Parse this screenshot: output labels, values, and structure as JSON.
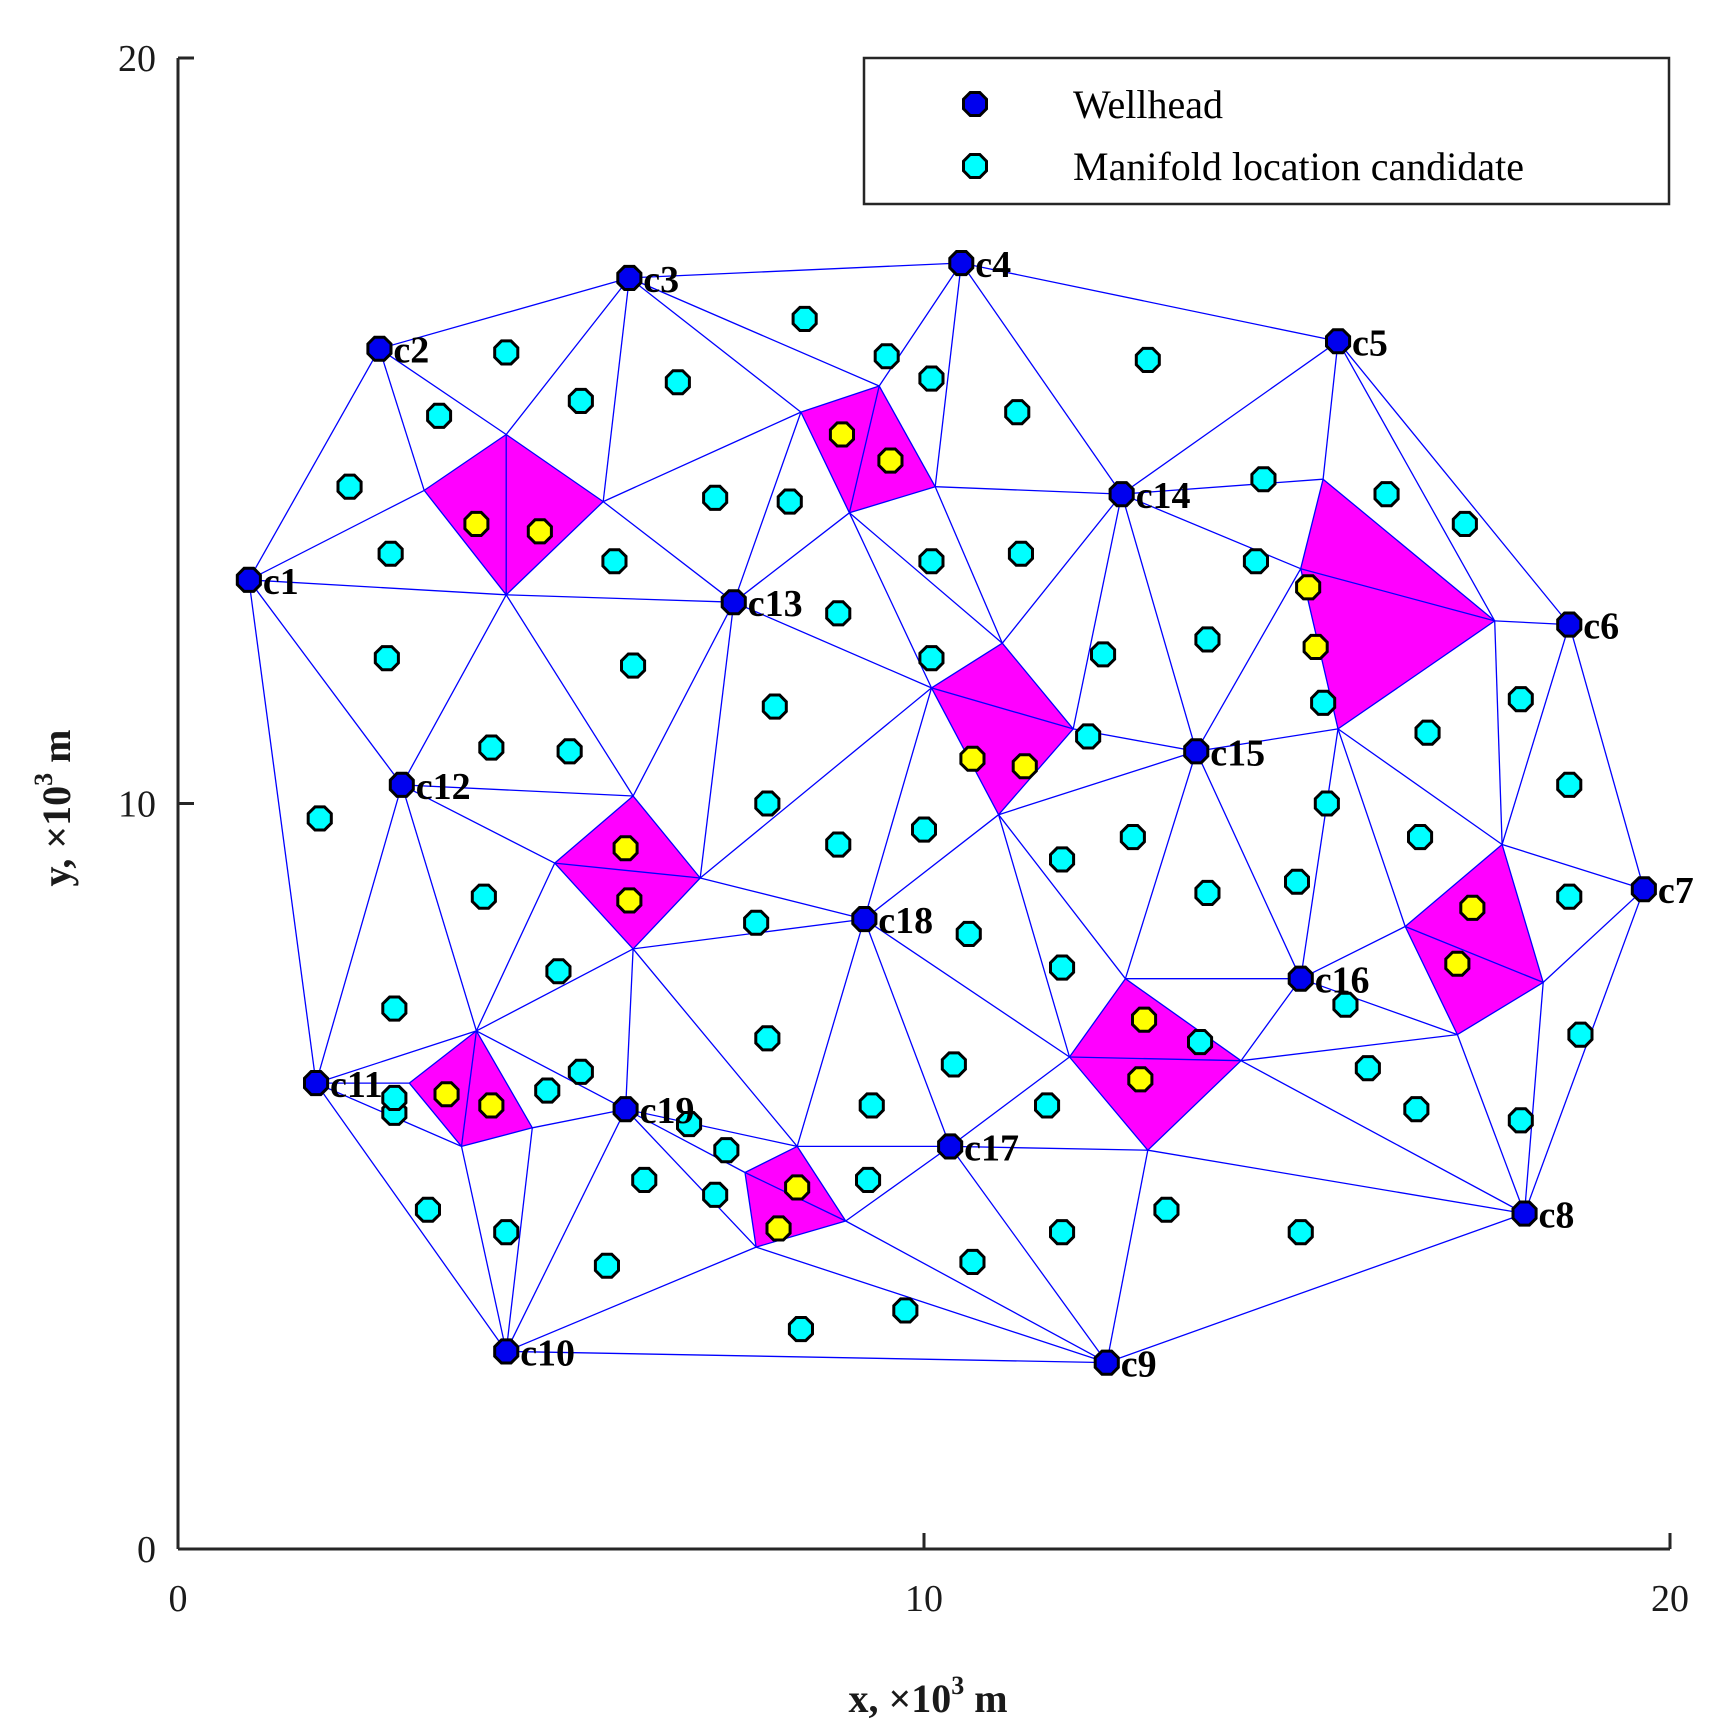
{
  "chart_data": {
    "type": "scatter",
    "xlabel": {
      "main": "x, ×10",
      "sup": "3",
      "unit": " m"
    },
    "ylabel": {
      "main": "y, ×10",
      "sup": "3",
      "unit": " m"
    },
    "xlim": [
      0,
      20
    ],
    "ylim": [
      0,
      20
    ],
    "xticks": [
      0,
      10,
      20
    ],
    "yticks": [
      0,
      10,
      20
    ],
    "grid": false,
    "legend_position": "top-right",
    "legend": [
      {
        "label": "Wellhead",
        "marker": "wellhead"
      },
      {
        "label": "Manifold location candidate",
        "marker": "candidate"
      }
    ],
    "colors": {
      "wellhead": "#0000ee",
      "candidate": "#00ffff",
      "selected": "#ffff00",
      "region": "#ff00ff",
      "mesh": "#0000ff"
    },
    "wellheads": [
      {
        "id": "c1",
        "x": 0.95,
        "y": 13.0
      },
      {
        "id": "c2",
        "x": 2.7,
        "y": 16.1
      },
      {
        "id": "c3",
        "x": 6.05,
        "y": 17.05
      },
      {
        "id": "c4",
        "x": 10.5,
        "y": 17.25
      },
      {
        "id": "c5",
        "x": 15.55,
        "y": 16.2
      },
      {
        "id": "c6",
        "x": 18.65,
        "y": 12.4
      },
      {
        "id": "c7",
        "x": 19.65,
        "y": 8.85
      },
      {
        "id": "c8",
        "x": 18.05,
        "y": 4.5
      },
      {
        "id": "c9",
        "x": 12.45,
        "y": 2.5
      },
      {
        "id": "c10",
        "x": 4.4,
        "y": 2.65
      },
      {
        "id": "c11",
        "x": 1.85,
        "y": 6.25
      },
      {
        "id": "c12",
        "x": 3.0,
        "y": 10.25
      },
      {
        "id": "c13",
        "x": 7.45,
        "y": 12.7
      },
      {
        "id": "c14",
        "x": 12.65,
        "y": 14.15
      },
      {
        "id": "c15",
        "x": 13.65,
        "y": 10.7
      },
      {
        "id": "c16",
        "x": 15.05,
        "y": 7.65
      },
      {
        "id": "c17",
        "x": 10.35,
        "y": 5.4
      },
      {
        "id": "c18",
        "x": 9.2,
        "y": 8.45
      },
      {
        "id": "c19",
        "x": 6.0,
        "y": 5.9
      }
    ],
    "candidates": [
      [
        4.4,
        16.05
      ],
      [
        5.4,
        15.4
      ],
      [
        6.7,
        15.65
      ],
      [
        8.4,
        16.5
      ],
      [
        9.5,
        16.0
      ],
      [
        10.1,
        15.7
      ],
      [
        11.25,
        15.25
      ],
      [
        13.0,
        15.95
      ],
      [
        3.5,
        15.2
      ],
      [
        2.3,
        14.25
      ],
      [
        14.55,
        14.35
      ],
      [
        16.2,
        14.15
      ],
      [
        17.25,
        13.75
      ],
      [
        7.2,
        14.1
      ],
      [
        8.2,
        14.05
      ],
      [
        2.85,
        13.35
      ],
      [
        5.85,
        13.25
      ],
      [
        10.1,
        13.25
      ],
      [
        11.3,
        13.35
      ],
      [
        14.45,
        13.25
      ],
      [
        8.85,
        12.55
      ],
      [
        2.8,
        11.95
      ],
      [
        6.1,
        11.85
      ],
      [
        10.1,
        11.95
      ],
      [
        12.4,
        12.0
      ],
      [
        13.8,
        12.2
      ],
      [
        8.0,
        11.3
      ],
      [
        15.35,
        11.35
      ],
      [
        18.0,
        11.4
      ],
      [
        4.2,
        10.75
      ],
      [
        5.25,
        10.7
      ],
      [
        12.2,
        10.9
      ],
      [
        16.75,
        10.95
      ],
      [
        1.9,
        9.8
      ],
      [
        7.9,
        10.0
      ],
      [
        15.4,
        10.0
      ],
      [
        18.65,
        10.25
      ],
      [
        8.85,
        9.45
      ],
      [
        10.0,
        9.65
      ],
      [
        11.85,
        9.25
      ],
      [
        12.8,
        9.55
      ],
      [
        16.65,
        9.55
      ],
      [
        4.1,
        8.75
      ],
      [
        13.8,
        8.8
      ],
      [
        15.0,
        8.95
      ],
      [
        18.65,
        8.75
      ],
      [
        7.75,
        8.4
      ],
      [
        10.6,
        8.25
      ],
      [
        5.1,
        7.75
      ],
      [
        11.85,
        7.8
      ],
      [
        2.9,
        7.25
      ],
      [
        15.65,
        7.3
      ],
      [
        7.9,
        6.85
      ],
      [
        13.7,
        6.8
      ],
      [
        18.8,
        6.9
      ],
      [
        5.4,
        6.4
      ],
      [
        10.4,
        6.5
      ],
      [
        15.95,
        6.45
      ],
      [
        9.3,
        5.95
      ],
      [
        6.85,
        5.7
      ],
      [
        2.9,
        5.85
      ],
      [
        2.9,
        6.05
      ],
      [
        4.95,
        6.15
      ],
      [
        11.65,
        5.95
      ],
      [
        16.6,
        5.9
      ],
      [
        18.0,
        5.75
      ],
      [
        7.35,
        5.35
      ],
      [
        6.25,
        4.95
      ],
      [
        7.2,
        4.75
      ],
      [
        9.25,
        4.95
      ],
      [
        3.35,
        4.55
      ],
      [
        4.4,
        4.25
      ],
      [
        11.85,
        4.25
      ],
      [
        13.25,
        4.55
      ],
      [
        15.05,
        4.25
      ],
      [
        5.75,
        3.8
      ],
      [
        10.65,
        3.85
      ],
      [
        9.75,
        3.2
      ],
      [
        8.35,
        2.95
      ]
    ],
    "selected": [
      [
        8.9,
        14.95
      ],
      [
        9.55,
        14.6
      ],
      [
        4.0,
        13.75
      ],
      [
        4.85,
        13.65
      ],
      [
        15.15,
        12.9
      ],
      [
        15.25,
        12.1
      ],
      [
        10.65,
        10.6
      ],
      [
        11.35,
        10.5
      ],
      [
        6.0,
        9.4
      ],
      [
        6.05,
        8.7
      ],
      [
        17.35,
        8.6
      ],
      [
        17.15,
        7.85
      ],
      [
        12.95,
        7.1
      ],
      [
        12.9,
        6.3
      ],
      [
        3.6,
        6.1
      ],
      [
        4.2,
        5.95
      ],
      [
        8.3,
        4.85
      ],
      [
        8.05,
        4.3
      ]
    ],
    "regions": [
      [
        [
          3.3,
          14.2
        ],
        [
          4.4,
          14.95
        ],
        [
          5.7,
          14.05
        ],
        [
          4.4,
          12.8
        ]
      ],
      [
        [
          8.35,
          15.25
        ],
        [
          9.4,
          15.6
        ],
        [
          10.15,
          14.25
        ],
        [
          9.0,
          13.9
        ]
      ],
      [
        [
          15.35,
          14.35
        ],
        [
          17.65,
          12.45
        ],
        [
          15.55,
          11.0
        ],
        [
          15.05,
          13.15
        ]
      ],
      [
        [
          10.1,
          11.55
        ],
        [
          11.05,
          12.15
        ],
        [
          12.0,
          11.0
        ],
        [
          11.0,
          9.85
        ]
      ],
      [
        [
          5.05,
          9.2
        ],
        [
          6.1,
          10.1
        ],
        [
          7.0,
          9.0
        ],
        [
          6.1,
          8.05
        ]
      ],
      [
        [
          16.45,
          8.35
        ],
        [
          17.75,
          9.45
        ],
        [
          18.3,
          7.6
        ],
        [
          17.15,
          6.9
        ]
      ],
      [
        [
          12.7,
          7.65
        ],
        [
          14.25,
          6.55
        ],
        [
          13.0,
          5.35
        ],
        [
          11.95,
          6.6
        ]
      ],
      [
        [
          3.1,
          6.25
        ],
        [
          4.0,
          6.95
        ],
        [
          4.75,
          5.65
        ],
        [
          3.8,
          5.4
        ]
      ],
      [
        [
          7.6,
          5.05
        ],
        [
          8.3,
          5.4
        ],
        [
          8.95,
          4.4
        ],
        [
          7.75,
          4.05
        ]
      ]
    ],
    "mesh_points": [
      [
        0.95,
        13.0
      ],
      [
        2.7,
        16.1
      ],
      [
        6.05,
        17.05
      ],
      [
        10.5,
        17.25
      ],
      [
        15.55,
        16.2
      ],
      [
        18.65,
        12.4
      ],
      [
        19.65,
        8.85
      ],
      [
        18.05,
        4.5
      ],
      [
        12.45,
        2.5
      ],
      [
        4.4,
        2.65
      ],
      [
        1.85,
        6.25
      ],
      [
        3.0,
        10.25
      ],
      [
        7.45,
        12.7
      ],
      [
        12.65,
        14.15
      ],
      [
        13.65,
        10.7
      ],
      [
        15.05,
        7.65
      ],
      [
        10.35,
        5.4
      ],
      [
        9.2,
        8.45
      ],
      [
        6.0,
        5.9
      ],
      [
        3.3,
        14.2
      ],
      [
        4.4,
        14.95
      ],
      [
        5.7,
        14.05
      ],
      [
        4.4,
        12.8
      ],
      [
        8.35,
        15.25
      ],
      [
        9.4,
        15.6
      ],
      [
        10.15,
        14.25
      ],
      [
        9.0,
        13.9
      ],
      [
        15.35,
        14.35
      ],
      [
        17.65,
        12.45
      ],
      [
        15.55,
        11.0
      ],
      [
        15.05,
        13.15
      ],
      [
        10.1,
        11.55
      ],
      [
        11.05,
        12.15
      ],
      [
        12.0,
        11.0
      ],
      [
        11.0,
        9.85
      ],
      [
        5.05,
        9.2
      ],
      [
        6.1,
        10.1
      ],
      [
        7.0,
        9.0
      ],
      [
        6.1,
        8.05
      ],
      [
        16.45,
        8.35
      ],
      [
        17.75,
        9.45
      ],
      [
        18.3,
        7.6
      ],
      [
        17.15,
        6.9
      ],
      [
        12.7,
        7.65
      ],
      [
        14.25,
        6.55
      ],
      [
        13.0,
        5.35
      ],
      [
        11.95,
        6.6
      ],
      [
        3.1,
        6.25
      ],
      [
        4.0,
        6.95
      ],
      [
        4.75,
        5.65
      ],
      [
        3.8,
        5.4
      ],
      [
        7.6,
        5.05
      ],
      [
        8.3,
        5.4
      ],
      [
        8.95,
        4.4
      ],
      [
        7.75,
        4.05
      ]
    ]
  }
}
